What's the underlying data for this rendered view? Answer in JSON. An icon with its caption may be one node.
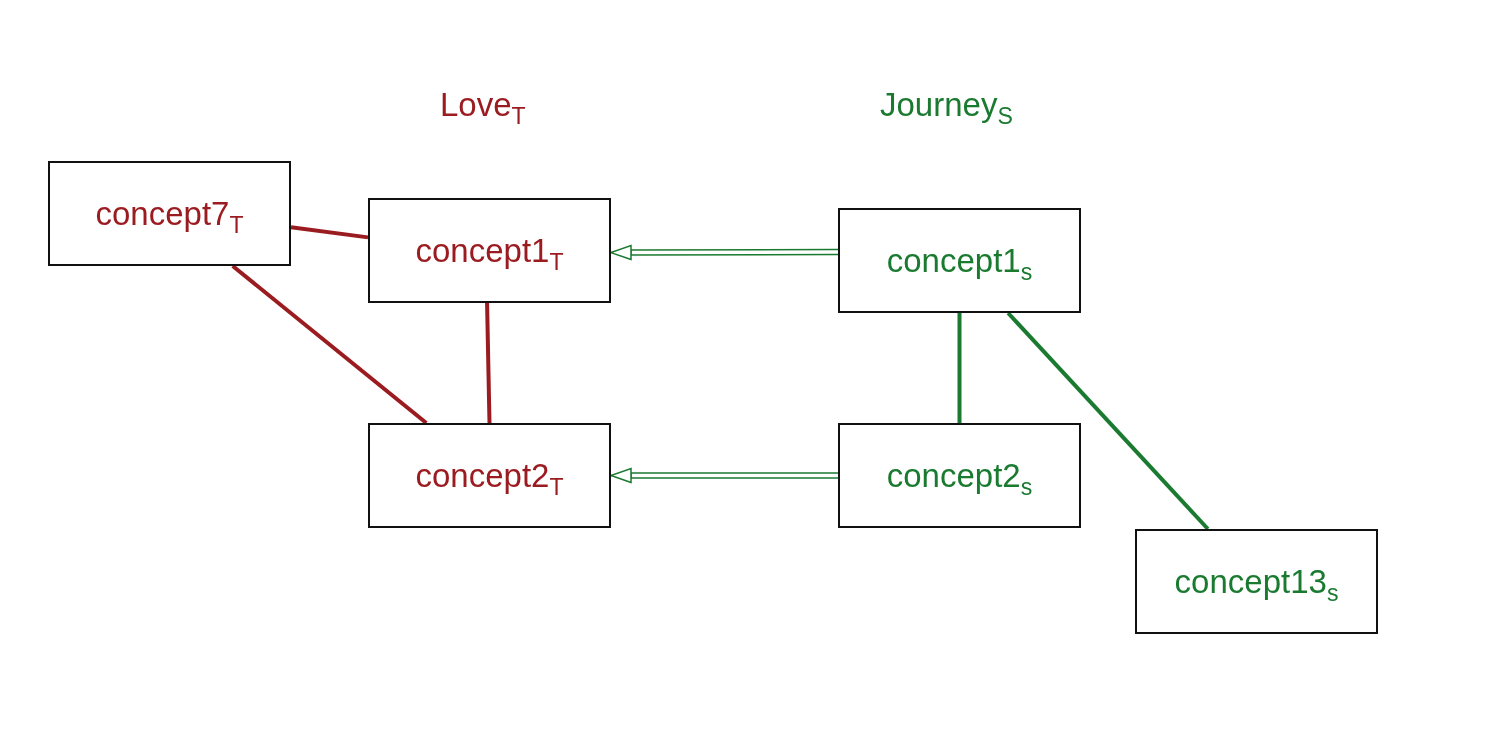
{
  "diagram": {
    "nodes": [
      {
        "text": [
          "concept7$_{T}$"
        ]
      },
      {
        "text": [
          "concept1$_{T}$"
        ]
      },
      {
        "text": [
          "concept2$_{T}$"
        ]
      },
      {
        "text": [
          "concept1$_{s}$"
        ]
      },
      {
        "text": [
          "concept2$_{s}$"
        ]
      },
      {
        "text": [
          "concept13$_{s}$"
        ]
      }
    ],
    "edges": [
      {
        "from": 0,
        "to": 1,
        "arrow": "none",
        "color": "#9b1c20"
      },
      {
        "from": 0,
        "to": 2,
        "arrow": "none",
        "color": "#9b1c20"
      },
      {
        "from": 1,
        "to": 2,
        "arrow": "none",
        "color": "#9b1c20"
      },
      {
        "from": 3,
        "to": 1,
        "arrow": "to",
        "color": "#1a7a30"
      },
      {
        "from": 4,
        "to": 2,
        "arrow": "to",
        "color": "#1a7a30"
      },
      {
        "from": 3,
        "to": 4,
        "arrow": "none",
        "color": "#1a7a30"
      },
      {
        "from": 3,
        "to": 5,
        "arrow": "none",
        "color": "#1a7a30"
      }
    ],
    "labels": [
      "Love$_{T}$",
      "Journey$_{S}$"
    ]
  }
}
